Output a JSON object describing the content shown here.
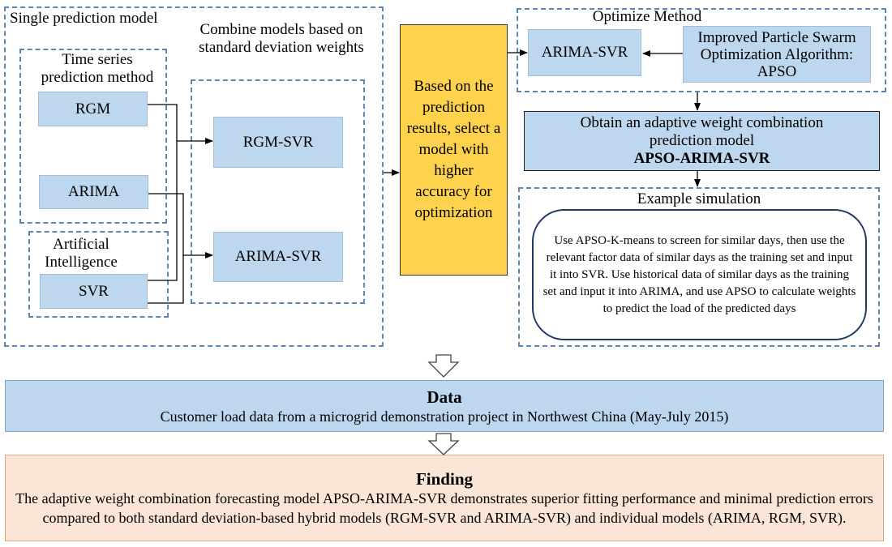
{
  "single_prediction": {
    "title": "Single prediction model",
    "time_series_title": "Time series prediction method",
    "ai_title": "Artificial Intelligence",
    "models": [
      "RGM",
      "ARIMA",
      "SVR"
    ]
  },
  "combine": {
    "title": "Combine models based on standard deviation weights",
    "models": [
      "RGM-SVR",
      "ARIMA-SVR"
    ]
  },
  "select": {
    "text": "Based on the prediction results, select a model with higher accuracy for optimization",
    "color": "#ffd24d"
  },
  "optimize": {
    "title": "Optimize Method",
    "target": "ARIMA-SVR",
    "algorithm": "Improved Particle Swarm Optimization Algorithm: APSO"
  },
  "adaptive": {
    "line1": "Obtain an adaptive weight combination prediction model",
    "model": "APSO-ARIMA-SVR"
  },
  "example": {
    "title": "Example simulation",
    "text": "Use APSO-K-means to screen for similar days, then use the relevant factor data of similar days as the training set and input it into SVR. Use historical data of similar days as the training set and input it into ARIMA, and use APSO to calculate weights to predict the load of the predicted days"
  },
  "data_box": {
    "title": "Data",
    "text": "Customer load data from a microgrid demonstration project in Northwest China (May-July 2015)"
  },
  "finding": {
    "title": "Finding",
    "text": "The adaptive weight combination forecasting model APSO-ARIMA-SVR demonstrates superior fitting performance and minimal prediction errors compared to both standard deviation-based hybrid models (RGM-SVR and ARIMA-SVR) and individual models (ARIMA, RGM, SVR).",
    "color": "#fbe5d6"
  }
}
